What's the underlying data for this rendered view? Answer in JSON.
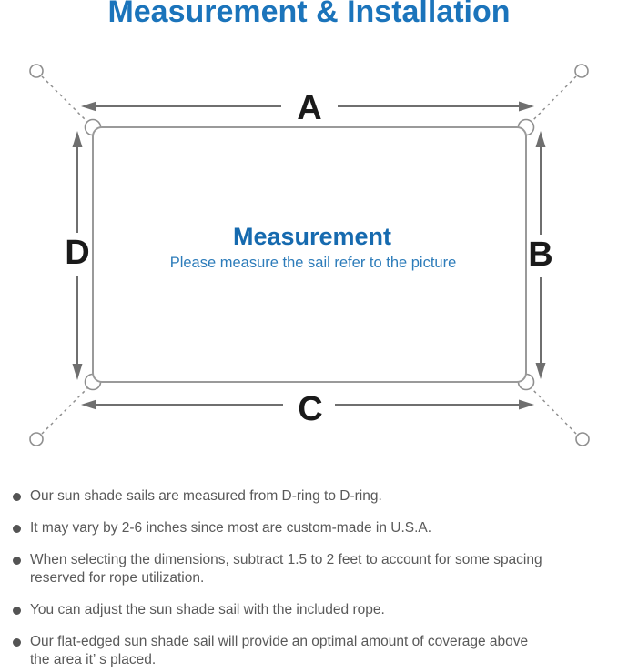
{
  "title": "Measurement & Installation",
  "diagram": {
    "heading": "Measurement",
    "subheading": "Please measure the sail refer to the picture",
    "labels": {
      "top": "A",
      "right": "B",
      "bottom": "C",
      "left": "D"
    },
    "colors": {
      "title_blue": "#1b74bb",
      "heading_blue": "#166aaf",
      "subheading_blue": "#2d7cba",
      "outline_gray": "#9a9a9a",
      "tether_gray": "#8f8f8f",
      "arrow_gray": "#6f6f6f",
      "label_black": "#1a1a1a",
      "note_gray": "#595959"
    }
  },
  "notes": {
    "items": [
      "Our sun shade sails are measured from D-ring to D-ring.",
      "It may vary by 2-6 inches since most are custom-made in U.S.A.",
      "When selecting the dimensions, subtract 1.5 to 2 feet to account for some spacing\nreserved for rope utilization.",
      "You can adjust the sun shade sail with the included rope.",
      "Our flat-edged sun shade sail will provide an optimal amount of coverage above\nthe area it’ s placed."
    ]
  }
}
